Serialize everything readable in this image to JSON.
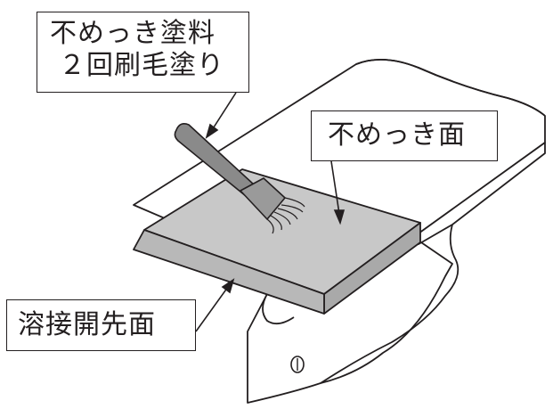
{
  "labels": {
    "coating": {
      "line1": "不めっき塗料",
      "line2": "２回刷毛塗り"
    },
    "non_plated_surface": "不めっき面",
    "weld_bevel_surface": "溶接開先面"
  },
  "colors": {
    "line": "#231f20",
    "plate_top": "#c8c8c8",
    "plate_edge": "#b4b4b4",
    "brush": "#8a8a8a",
    "background": "#ffffff"
  },
  "icons": {
    "brush": "paint-brush-icon",
    "hole": "bolt-hole-icon"
  }
}
